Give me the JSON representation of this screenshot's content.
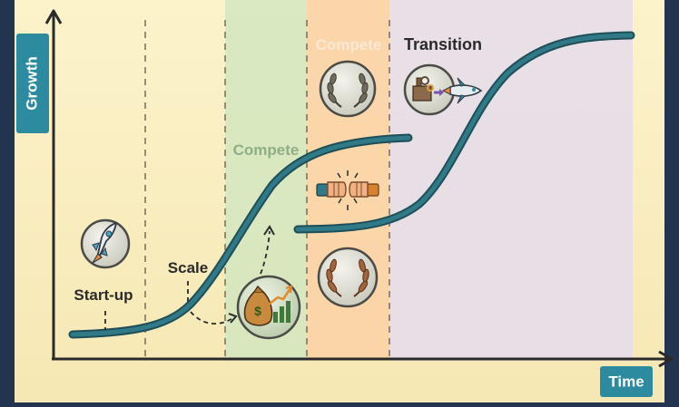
{
  "axes": {
    "y_label": "Growth",
    "x_label": "Time"
  },
  "stages": {
    "startup": "Start-up",
    "scale": "Scale",
    "compete_mid": "Compete",
    "compete_top": "Compete",
    "transition": "Transition"
  },
  "icons": {
    "startup": "rocket-icon",
    "scale": "money-bag-growth-icon",
    "compete_top": "laurel-wreath-icon",
    "compete_mid": "fist-bump-icon",
    "compete_bottom": "laurel-wreath-icon",
    "transition": "factory-to-jet-icon"
  },
  "colors": {
    "frame": "#22344f",
    "canvas": "#fbf0c2",
    "curve": "#27606c",
    "axis_tab": "#2d8ba0",
    "zone_compete_green": "#d3e6c0",
    "zone_compete_orange": "#fbd3a6",
    "zone_transition": "#e5ddea"
  }
}
